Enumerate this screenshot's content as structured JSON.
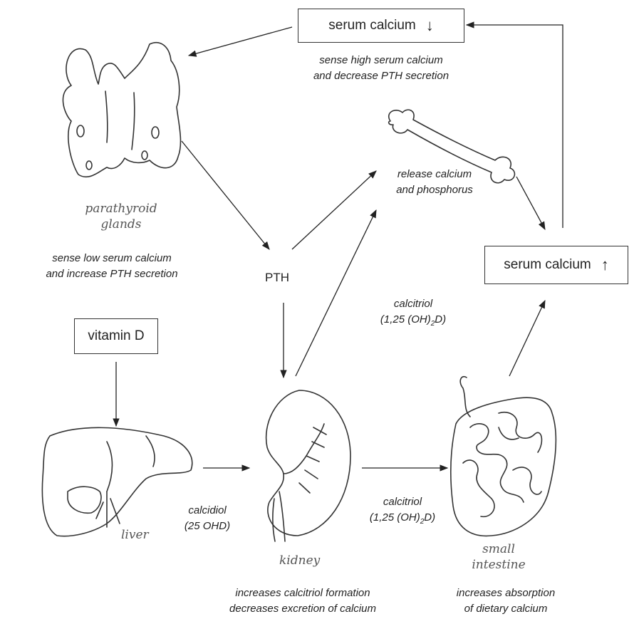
{
  "boxes": {
    "serum_calcium_low": "serum calcium",
    "serum_calcium_low_arrow": "↓",
    "serum_calcium_high": "serum calcium",
    "serum_calcium_high_arrow": "↑",
    "vitamin_d": "vitamin D"
  },
  "labels": {
    "parathyroid_feedback": [
      "sense high serum calcium",
      "and decrease PTH secretion"
    ],
    "parathyroid_sense": [
      "sense low serum calcium",
      "and increase PTH secretion"
    ],
    "bone_release": [
      "release calcium",
      "and phosphorus"
    ],
    "pth": "PTH",
    "calcitriol_upper": [
      "calcitriol",
      "(1,25 (OH)",
      "2",
      "D)"
    ],
    "calcidiol": [
      "calcidiol",
      "(25 OHD)"
    ],
    "calcitriol_lower": [
      "calcitriol",
      "(1,25 (OH)",
      "2",
      "D)"
    ],
    "kidney_effect": [
      "increases calcitriol formation",
      "decreases excretion of calcium"
    ],
    "intestine_effect": [
      "increases absorption",
      "of dietary calcium"
    ]
  },
  "organ_names": {
    "parathyroid": [
      "parathyroid",
      "glands"
    ],
    "liver": "liver",
    "kidney": "kidney",
    "intestine": [
      "small",
      "intestine"
    ]
  },
  "icons": [
    "parathyroid-glands-icon",
    "bone-icon",
    "liver-icon",
    "kidney-icon",
    "small-intestine-icon"
  ]
}
